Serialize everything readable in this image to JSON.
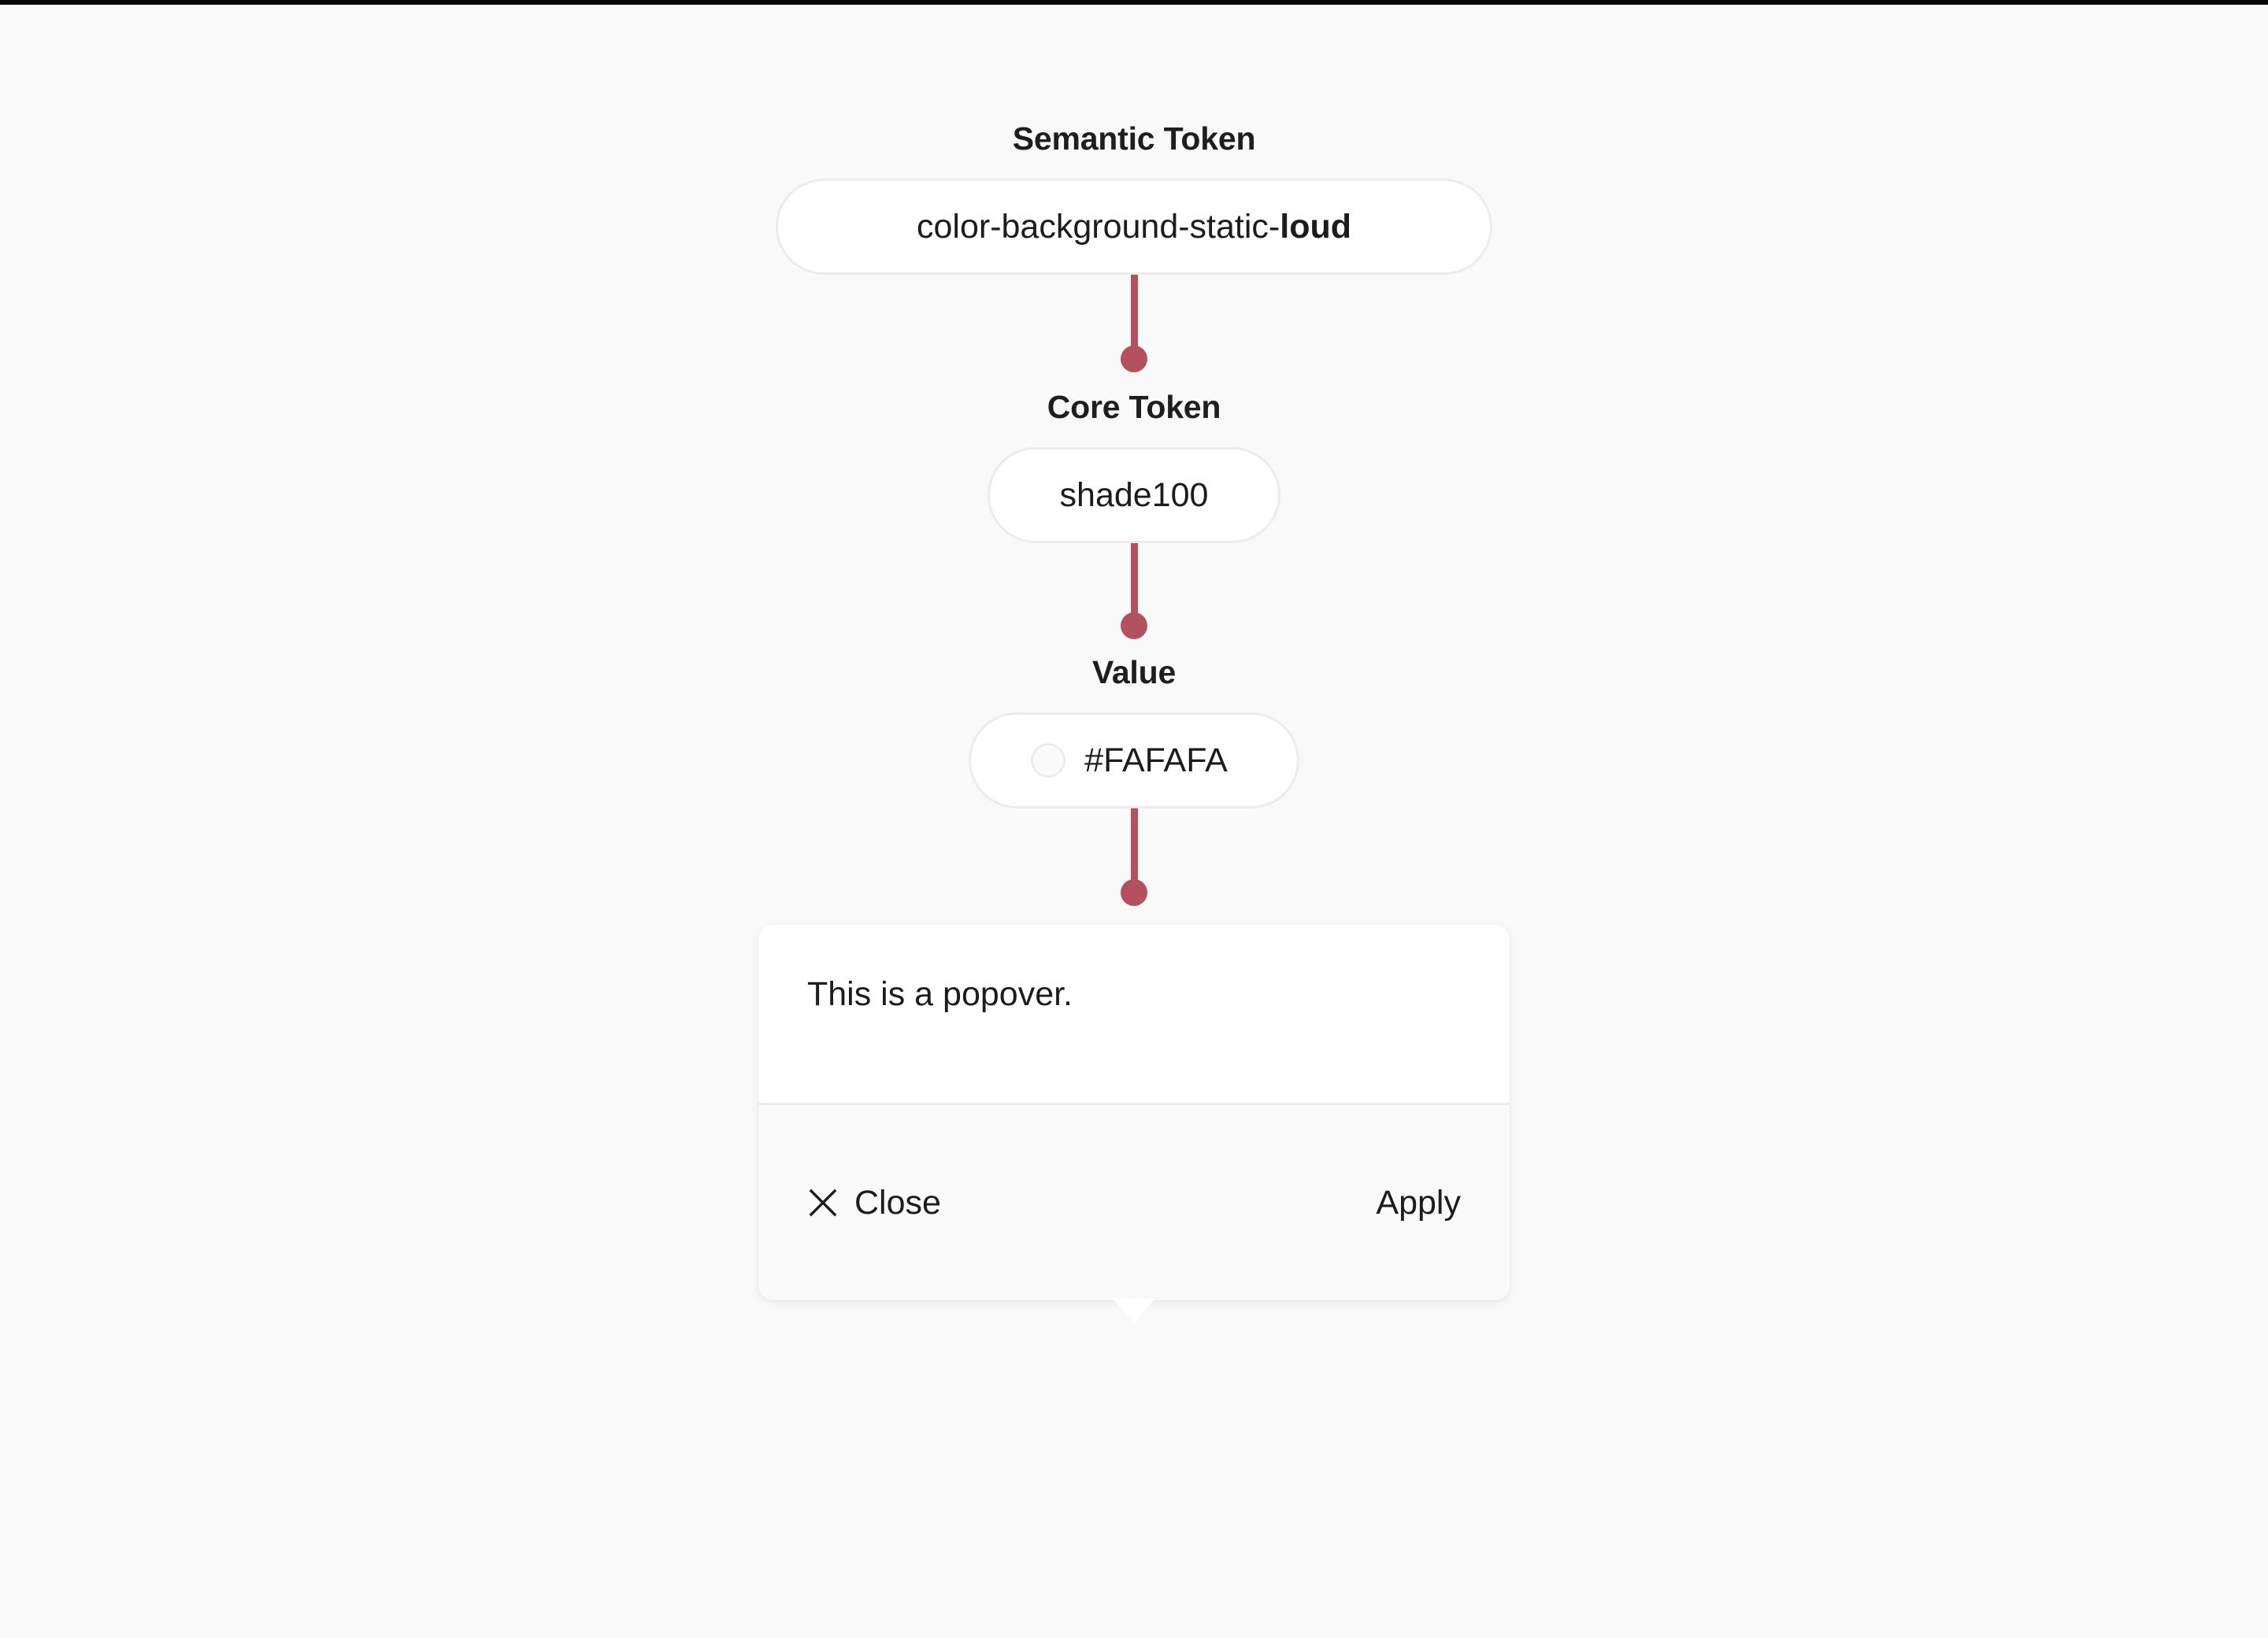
{
  "page": {
    "background_color": "#F9F9F9",
    "accent_color": "#B3525E",
    "top_bar_color": "#080808"
  },
  "flow": {
    "nodes": [
      {
        "heading": "Semantic Token",
        "pill_text_prefix": "color-background-static-",
        "pill_text_suffix": "loud"
      },
      {
        "heading": "Core Token",
        "pill_text": "shade100"
      },
      {
        "heading": "Value",
        "pill_text": "#FAFAFA",
        "swatch_color": "#FAFAFA"
      }
    ]
  },
  "popover": {
    "body_text": "This is a popover.",
    "close_label": "Close",
    "close_icon": "close-x-icon",
    "apply_label": "Apply"
  }
}
